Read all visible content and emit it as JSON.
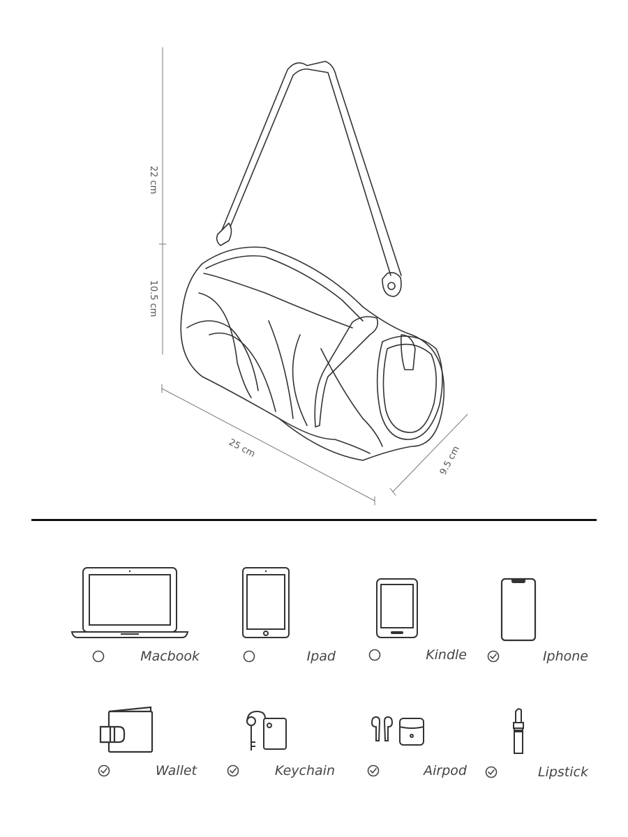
{
  "dimensions": {
    "strap_height": "22 cm",
    "bag_height": "10.5 cm",
    "length": "25 cm",
    "depth": "9.5 cm"
  },
  "items": [
    {
      "label": "Macbook",
      "fits": false,
      "icon": "laptop-icon"
    },
    {
      "label": "Ipad",
      "fits": false,
      "icon": "tablet-icon"
    },
    {
      "label": "Kindle",
      "fits": false,
      "icon": "ereader-icon"
    },
    {
      "label": "Iphone",
      "fits": true,
      "icon": "phone-icon"
    },
    {
      "label": "Wallet",
      "fits": true,
      "icon": "wallet-icon"
    },
    {
      "label": "Keychain",
      "fits": true,
      "icon": "keychain-icon"
    },
    {
      "label": "Airpod",
      "fits": true,
      "icon": "earbuds-icon"
    },
    {
      "label": "Lipstick",
      "fits": true,
      "icon": "lipstick-icon"
    }
  ],
  "colors": {
    "line": "#333333",
    "divider": "#111111"
  }
}
